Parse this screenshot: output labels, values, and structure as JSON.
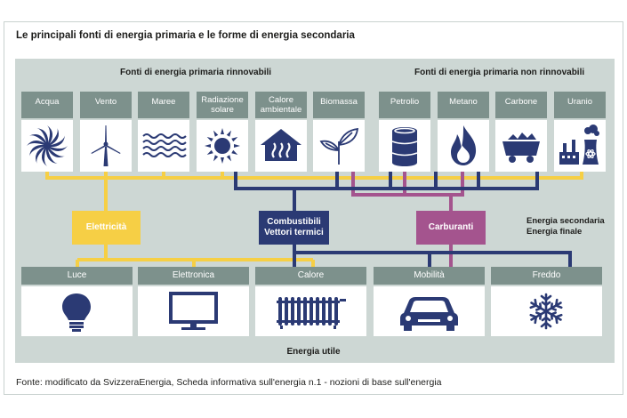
{
  "title": "Le principali fonti di energia primaria e le forme di energia secondaria",
  "groups": {
    "renewable": "Fonti di energia primaria rinnovabili",
    "nonrenewable": "Fonti di energia primaria non rinnovabili"
  },
  "sources": [
    {
      "label": "Acqua",
      "icon": "water-turbine-icon"
    },
    {
      "label": "Vento",
      "icon": "wind-turbine-icon"
    },
    {
      "label": "Maree",
      "icon": "waves-icon"
    },
    {
      "label": "Radiazione solare",
      "icon": "sun-icon"
    },
    {
      "label": "Calore ambientale",
      "icon": "house-heat-icon"
    },
    {
      "label": "Biomassa",
      "icon": "plant-icon"
    },
    {
      "label": "Petrolio",
      "icon": "oil-barrel-icon"
    },
    {
      "label": "Metano",
      "icon": "flame-icon"
    },
    {
      "label": "Carbone",
      "icon": "coal-cart-icon"
    },
    {
      "label": "Uranio",
      "icon": "nuclear-plant-icon"
    }
  ],
  "carriers": {
    "electricity": "Elettricità",
    "fuels_line1": "Combustibili",
    "fuels_line2": "Vettori termici",
    "motor_fuels": "Carburanti"
  },
  "secondary_note": {
    "line1": "Energia secondaria",
    "line2": "Energia finale"
  },
  "uses": [
    {
      "label": "Luce",
      "icon": "light-bulb-icon"
    },
    {
      "label": "Elettronica",
      "icon": "monitor-icon"
    },
    {
      "label": "Calore",
      "icon": "radiator-icon"
    },
    {
      "label": "Mobilità",
      "icon": "car-icon"
    },
    {
      "label": "Freddo",
      "icon": "snowflake-icon"
    }
  ],
  "useful_energy": "Energia utile",
  "source_note": "Fonte: modificato da SvizzeraEnergia, Scheda informativa sull'energia n.1 - nozioni di base sull'energia",
  "colors": {
    "panel": "#cdd7d4",
    "label_bg": "#7d918c",
    "electricity": "#f6cf45",
    "fuels": "#2b3a74",
    "motor_fuels": "#a4548e"
  }
}
